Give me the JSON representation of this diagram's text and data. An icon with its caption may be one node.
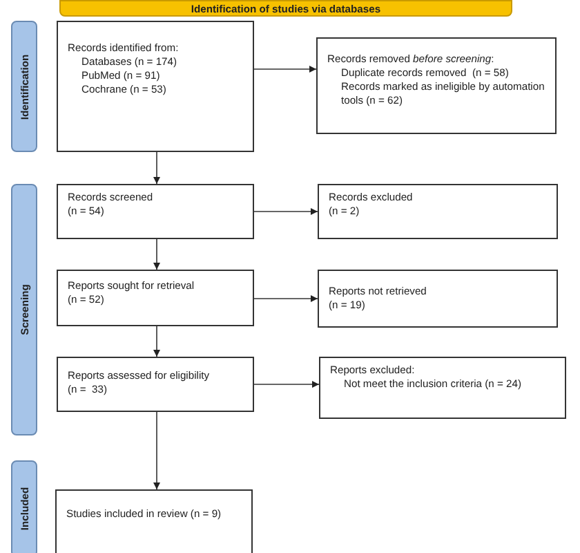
{
  "diagram": {
    "nodes": [
      {
        "text": [
          "Identification of studies via databases"
        ]
      },
      {
        "text": [
          "Identification"
        ]
      },
      {
        "text": [
          "Records identified from:",
          "Databases (n = 174)",
          "PubMed (n = 91)",
          "Cochrane (n = 53)"
        ]
      },
      {
        "text": [
          "Records removed *before screening*:",
          "Duplicate records removed  (n = 58)",
          "Records marked as ineligible by automation tools (n = 62)"
        ]
      },
      {
        "text": [
          "Screening"
        ]
      },
      {
        "text": [
          "Records screened",
          "(n = 54)"
        ]
      },
      {
        "text": [
          "Records excluded",
          "(n = 2)"
        ]
      },
      {
        "text": [
          "Reports sought for retrieval",
          "(n = 52)"
        ]
      },
      {
        "text": [
          "Reports not retrieved",
          "(n = 19)"
        ]
      },
      {
        "text": [
          "Reports assessed for eligibility",
          "(n =  33)"
        ]
      },
      {
        "text": [
          "Reports excluded:",
          "Not meet the inclusion criteria (n = 24)"
        ]
      },
      {
        "text": [
          "Included"
        ]
      },
      {
        "text": [
          "Studies included in review (n = 9)"
        ]
      }
    ],
    "edges": [
      {
        "from": 2,
        "to": 3,
        "arrow": "to"
      },
      {
        "from": 2,
        "to": 5,
        "arrow": "to"
      },
      {
        "from": 5,
        "to": 6,
        "arrow": "to"
      },
      {
        "from": 5,
        "to": 7,
        "arrow": "to"
      },
      {
        "from": 7,
        "to": 8,
        "arrow": "to"
      },
      {
        "from": 7,
        "to": 9,
        "arrow": "to"
      },
      {
        "from": 9,
        "to": 10,
        "arrow": "to"
      },
      {
        "from": 9,
        "to": 12,
        "arrow": "to"
      }
    ]
  }
}
